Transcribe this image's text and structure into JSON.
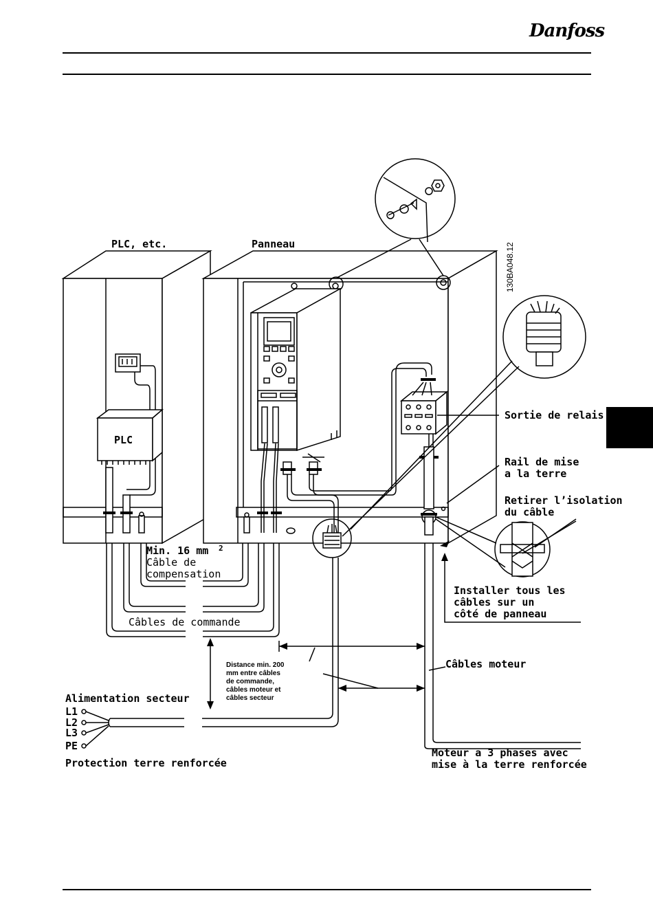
{
  "header": {
    "brand": "Danfoss"
  },
  "figure": {
    "doc_code": "130BA048.12",
    "labels": {
      "plc_cabinet": "PLC, etc.",
      "panel": "Panneau",
      "plc": "PLC",
      "relay_output": "Sortie de relais",
      "earth_rail_1": "Rail de mise",
      "earth_rail_2": "a la terre",
      "strip_insulation_1": "Retirer l’isolation",
      "strip_insulation_2": "du câble",
      "min_section": "Min. 16 mm",
      "min_section_sup": "2",
      "compensation_1": "Câble de",
      "compensation_2": "compensation",
      "control_cables": "Câbles de commande",
      "install_1": "Installer tous les",
      "install_2": "câbles sur un",
      "install_3": "côté de panneau",
      "motor_cables": "Câbles moteur",
      "distance_1": "Distance min. 200",
      "distance_2": "mm entre câbles",
      "distance_3": "de commande,",
      "distance_4": "câbles moteur et",
      "distance_5": "câbles secteur",
      "mains_supply": "Alimentation secteur",
      "l1": "L1",
      "l2": "L2",
      "l3": "L3",
      "pe": "PE",
      "earth_protection": "Protection terre renforcée",
      "motor_1": "Moteur a 3 phases avec",
      "motor_2": "mise à la terre renforcée"
    }
  }
}
